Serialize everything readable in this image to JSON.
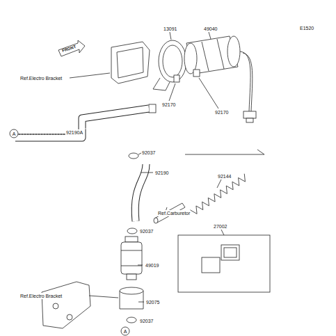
{
  "diagram": {
    "labels": [
      "E1520",
      "FRONT",
      "13091",
      "49040",
      "Ref.Electro Bracket",
      "92170",
      "92170",
      "A",
      "92190A",
      "92037",
      "92190",
      "92144",
      "Ref.Carburetor",
      "27002",
      "92037",
      "49019",
      "Ref.Electro Bracket",
      "92075",
      "92037",
      "A"
    ]
  }
}
